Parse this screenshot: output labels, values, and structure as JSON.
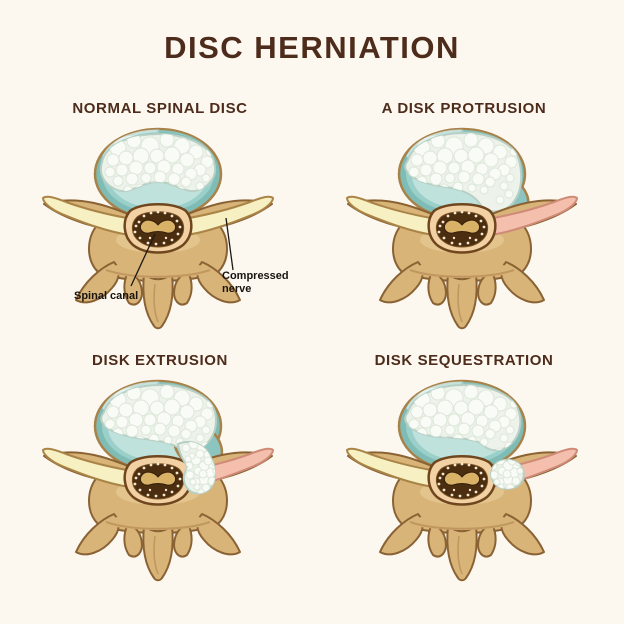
{
  "title": "DISC HERNIATION",
  "panels": [
    {
      "label": "NORMAL SPINAL DISC"
    },
    {
      "label": "A DISK PROTRUSION"
    },
    {
      "label": "DISK EXTRUSION"
    },
    {
      "label": "DISK SEQUESTRATION"
    }
  ],
  "annotations": {
    "spinal_canal": "Spinal canal",
    "compressed_nerve": "Compressed nerve"
  },
  "colors": {
    "background": "#fcf8f0",
    "heading_text": "#4e2c1c",
    "annotation_text": "#17130e",
    "disc_annulus_teal": "#7fbcb5",
    "disc_annulus_light": "#bfe2dc",
    "nucleus_white": "#edf2ea",
    "vertebra_bone": "#d8b478",
    "bone_outline": "#8a6234",
    "nerve_normal": "#f7f0c2",
    "nerve_compressed": "#f5bfae",
    "canal_ring": "#f2d2a4",
    "canal_interior": "#4b2d10"
  }
}
